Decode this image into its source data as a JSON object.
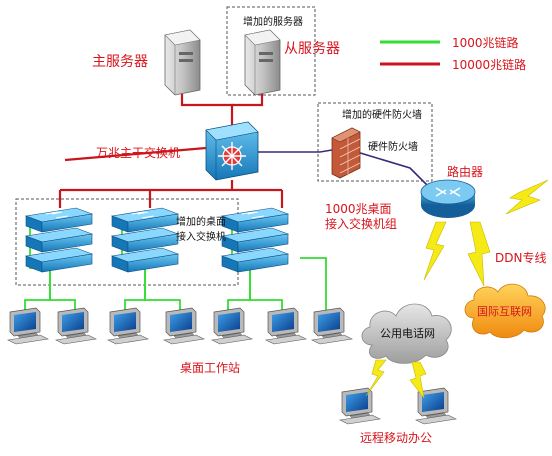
{
  "labels": {
    "main_server": "主服务器",
    "added_server": "增加的服务器",
    "slave_server": "从服务器",
    "core_switch": "万兆主干交换机",
    "added_firewall": "增加的硬件防火墙",
    "firewall": "硬件防火墙",
    "router": "路由器",
    "added_access_switch_line1": "增加的桌面",
    "added_access_switch_line2": "接入交换机",
    "gig_access_line1": "1000兆桌面",
    "gig_access_line2": "接入交换机组",
    "ddn": "DDN专线",
    "pstn": "公用电话网",
    "internet": "国际互联网",
    "workstations": "桌面工作站",
    "remote_office": "远程移动办公"
  },
  "legend": [
    {
      "label": "1000兆链路",
      "color": "#33dd33"
    },
    {
      "label": "10000兆链路",
      "color": "#c8161e"
    }
  ],
  "colors": {
    "gig_link": "#33dd33",
    "tengig_link": "#c8161e",
    "firewall_link": "#3a2a7a",
    "text_red": "#d8141c",
    "switch_blue": "#1d8fcf",
    "router_blue": "#1f86c8",
    "cloud_orange": "#f6a21c",
    "cloud_gray": "#b8b8b8",
    "lightning": "#f5ea16"
  }
}
